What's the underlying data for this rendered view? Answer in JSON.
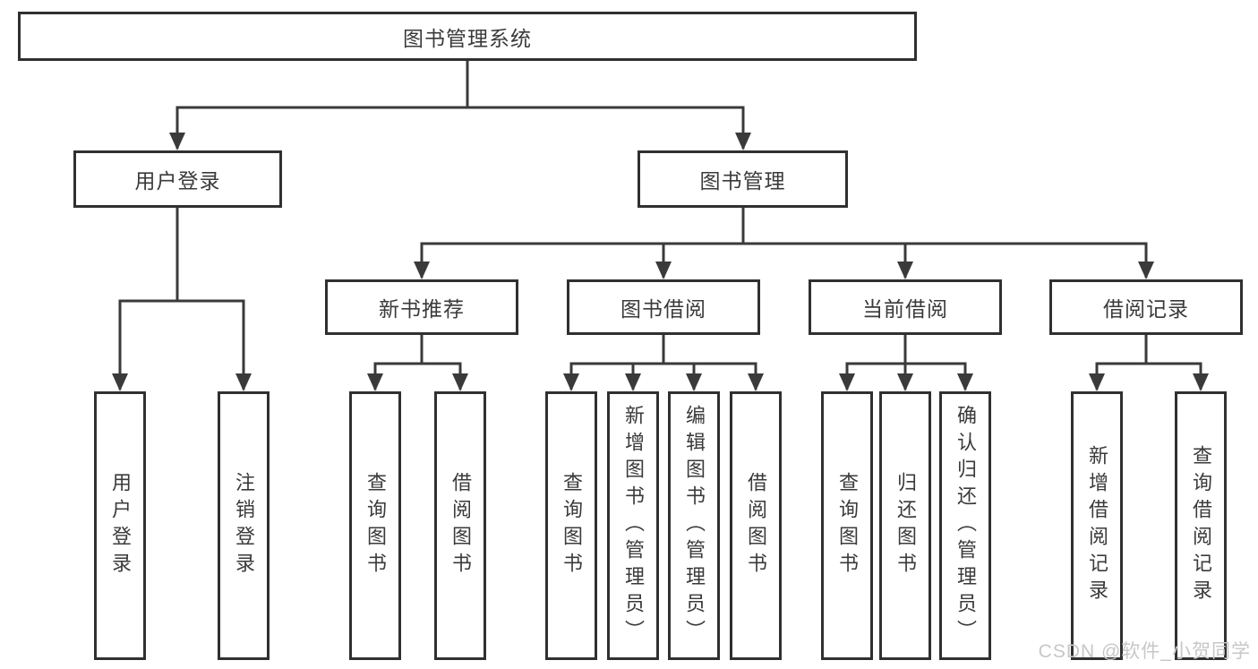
{
  "diagram": {
    "root": {
      "label": "图书管理系统"
    },
    "branches": [
      {
        "label": "用户登录",
        "children": [
          {
            "label": "用户登录"
          },
          {
            "label": "注销登录"
          }
        ]
      },
      {
        "label": "图书管理",
        "groups": [
          {
            "label": "新书推荐",
            "children": [
              {
                "label": "查询图书"
              },
              {
                "label": "借阅图书"
              }
            ]
          },
          {
            "label": "图书借阅",
            "children": [
              {
                "label": "查询图书"
              },
              {
                "label": "新增图书（管理员）"
              },
              {
                "label": "编辑图书（管理员）"
              },
              {
                "label": "借阅图书"
              }
            ]
          },
          {
            "label": "当前借阅",
            "children": [
              {
                "label": "查询图书"
              },
              {
                "label": "归还图书"
              },
              {
                "label": "确认归还（管理员）"
              }
            ]
          },
          {
            "label": "借阅记录",
            "children": [
              {
                "label": "新增借阅记录"
              },
              {
                "label": "查询借阅记录"
              }
            ]
          }
        ]
      }
    ]
  },
  "watermark": {
    "text": "CSDN @软件_小贺同学"
  },
  "colors": {
    "line": "#3a3a3a",
    "box_border": "#303030",
    "box_background": "#ffffff",
    "text": "#3a3a3a",
    "watermark": "#c7c7c7"
  }
}
